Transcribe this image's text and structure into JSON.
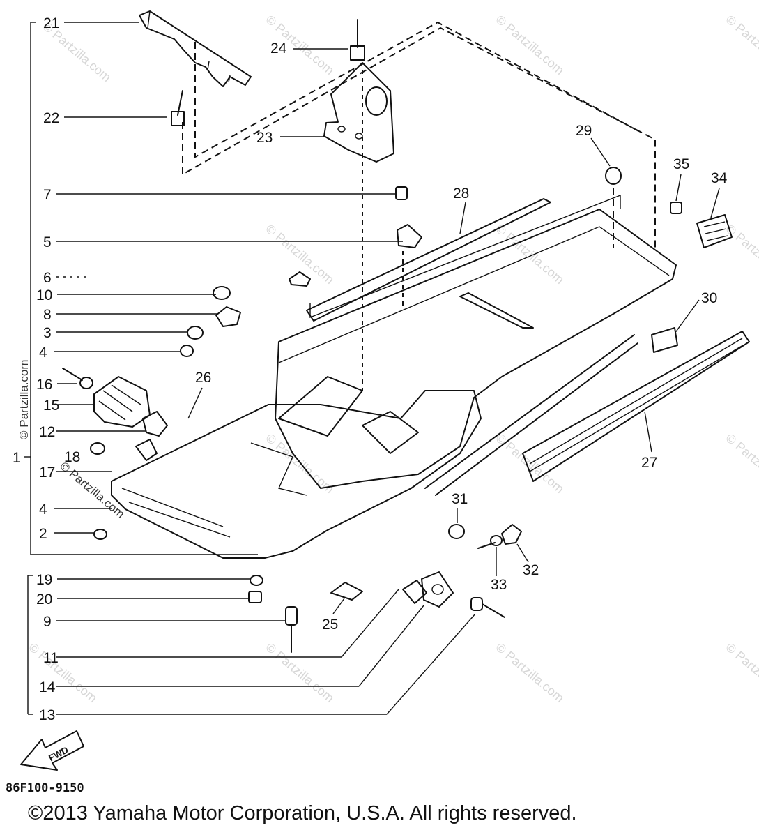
{
  "watermark": "© Partzilla.com",
  "diagram_code": "86F100-9150",
  "fwd_label": "FWD",
  "copyright": "©2013 Yamaha Motor Corporation, U.S.A. All rights reserved.",
  "left_column_labels": {
    "l1": "1",
    "l21": "21",
    "l22": "22",
    "l7": "7",
    "l5": "5",
    "l6": "6",
    "l10": "10",
    "l8": "8",
    "l3": "3",
    "l4a": "4",
    "l16": "16",
    "l15": "15",
    "l12": "12",
    "l18": "18",
    "l17": "17",
    "l4b": "4",
    "l2": "2",
    "l19": "19",
    "l20": "20",
    "l9": "9",
    "l11": "11",
    "l14": "14",
    "l13": "13"
  },
  "callouts": {
    "c24": "24",
    "c23": "23",
    "c29": "29",
    "c28": "28",
    "c35": "35",
    "c34": "34",
    "c30": "30",
    "c26": "26",
    "c27": "27",
    "c31": "31",
    "c32": "32",
    "c33": "33",
    "c25": "25"
  }
}
